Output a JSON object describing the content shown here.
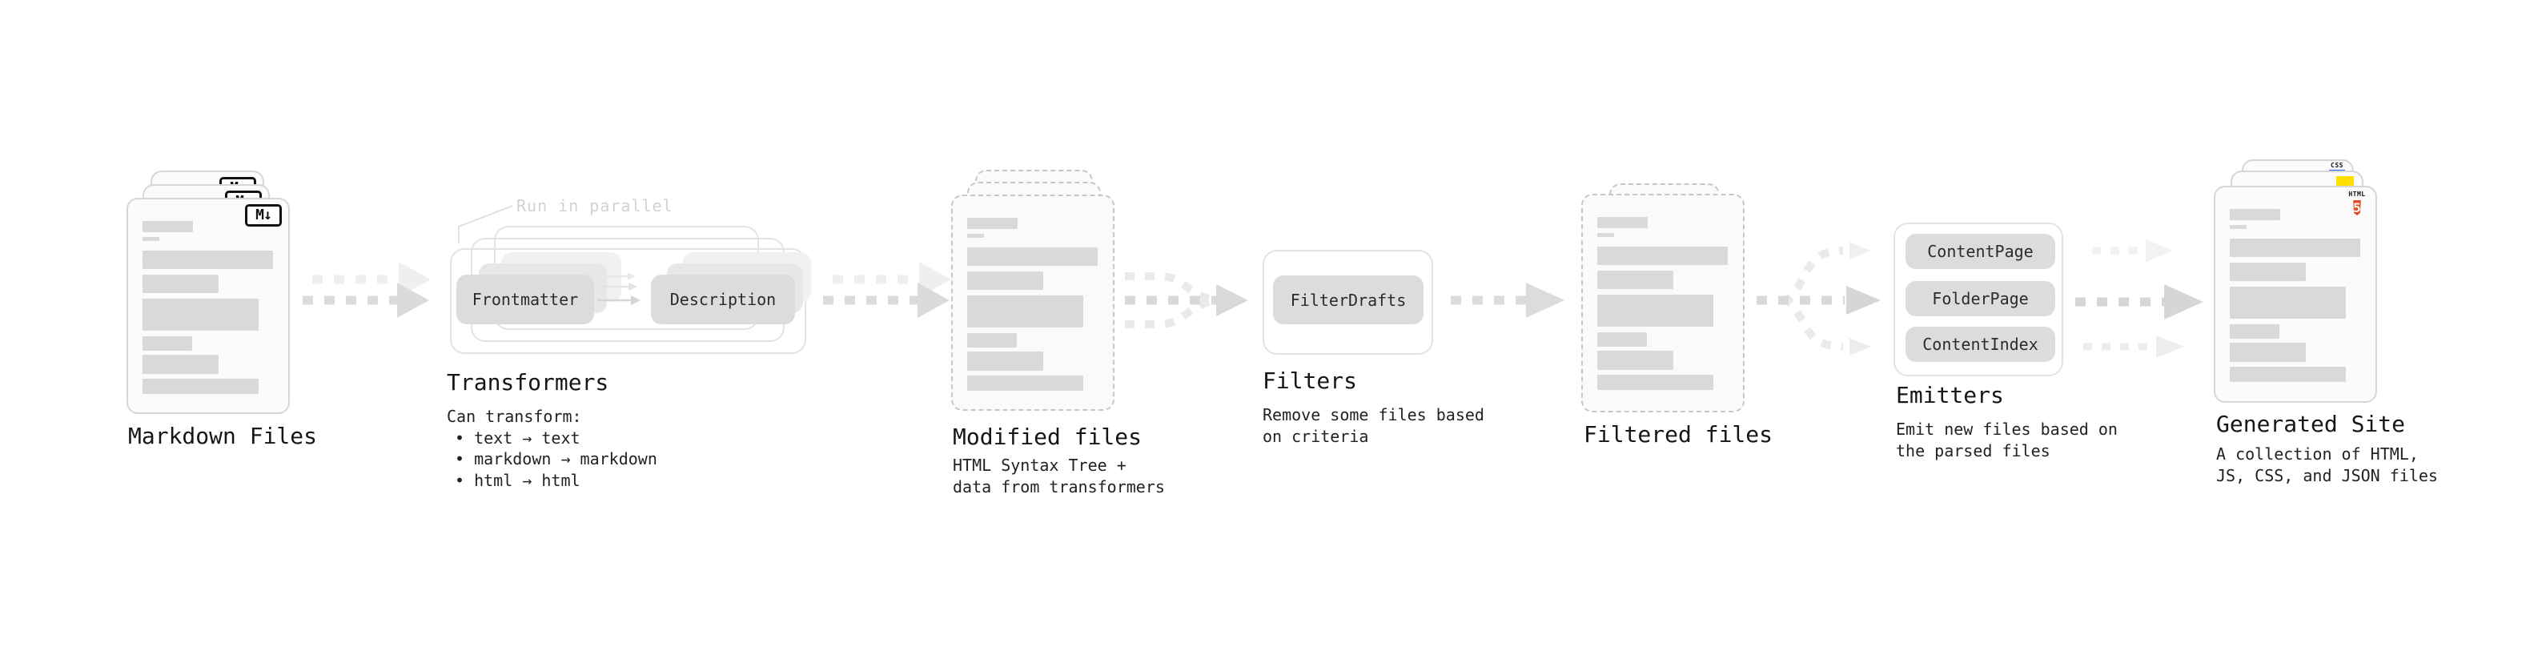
{
  "palette": {
    "doc_border": "#d6d6d6",
    "doc_fill": "#fbfbfb",
    "bar_gray": "#d9d9d9",
    "node_gray": "#dcdcdc",
    "frame_border": "#e3e3e3",
    "arrow_gray": "#dbdbdb",
    "arrow_ghost": "#efefef",
    "annotation_gray": "#d2d2d2",
    "html5_orange": "#e44d26",
    "js_yellow": "#ffdf00",
    "css_blue": "#2d63ea",
    "text_dark": "#161616"
  },
  "badges": {
    "markdown": "M↓",
    "html5_label": "HTML",
    "html5_number": "5",
    "css": "CSS"
  },
  "stages": [
    {
      "id": "markdown-files",
      "title": "Markdown Files"
    },
    {
      "id": "transformers",
      "title": "Transformers",
      "annotation": "Run in parallel",
      "nodes": [
        "Frontmatter",
        "Description"
      ],
      "caption_lines": [
        "Can transform:",
        "• text → text",
        "• markdown → markdown",
        "• html → html"
      ]
    },
    {
      "id": "modified-files",
      "title": "Modified files",
      "caption_lines": [
        "HTML Syntax Tree +",
        "data from transformers"
      ]
    },
    {
      "id": "filters",
      "title": "Filters",
      "nodes": [
        "FilterDrafts"
      ],
      "caption_lines": [
        "Remove some files based",
        "on criteria"
      ]
    },
    {
      "id": "filtered-files",
      "title": "Filtered files"
    },
    {
      "id": "emitters",
      "title": "Emitters",
      "nodes": [
        "ContentPage",
        "FolderPage",
        "ContentIndex"
      ],
      "caption_lines": [
        "Emit new files based on",
        "the parsed files"
      ]
    },
    {
      "id": "generated-site",
      "title": "Generated Site",
      "caption_lines": [
        "A collection of HTML,",
        "JS, CSS, and JSON files"
      ]
    }
  ]
}
